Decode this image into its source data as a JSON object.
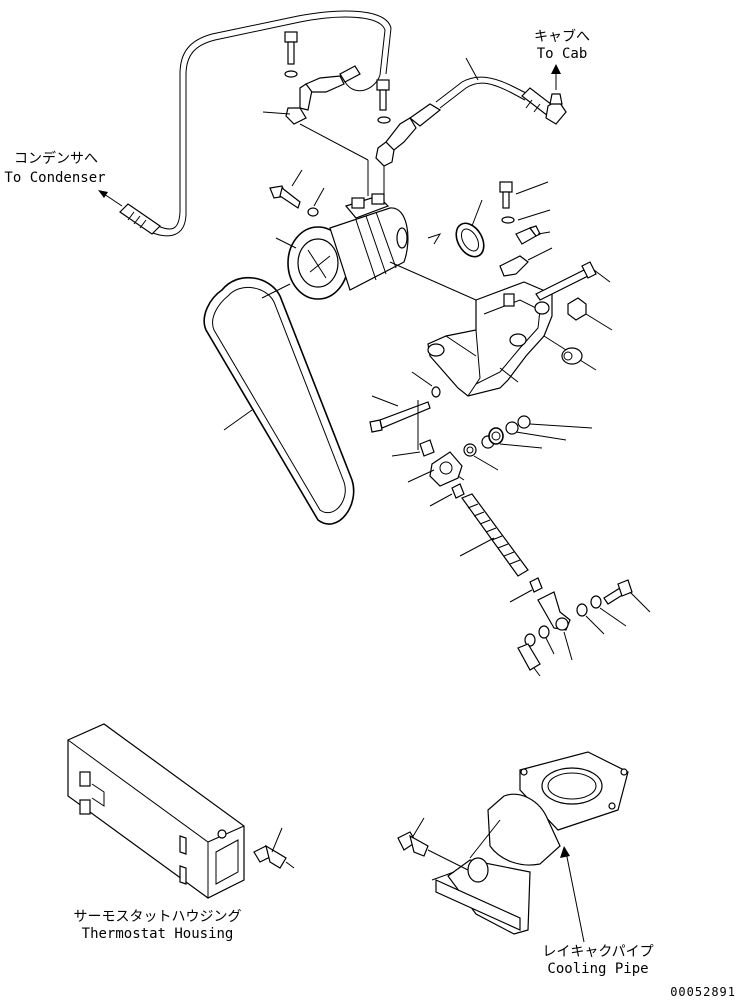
{
  "labels": {
    "condenser_jp": "コンデンサへ",
    "condenser_en": "To Condenser",
    "cab_jp": "キャブへ",
    "cab_en": "To Cab",
    "thermostat_jp": "サーモスタットハウジング",
    "thermostat_en": "Thermostat Housing",
    "cooling_jp": "レイキャクパイプ",
    "cooling_en": "Cooling Pipe",
    "drawing_number": "00052891"
  }
}
